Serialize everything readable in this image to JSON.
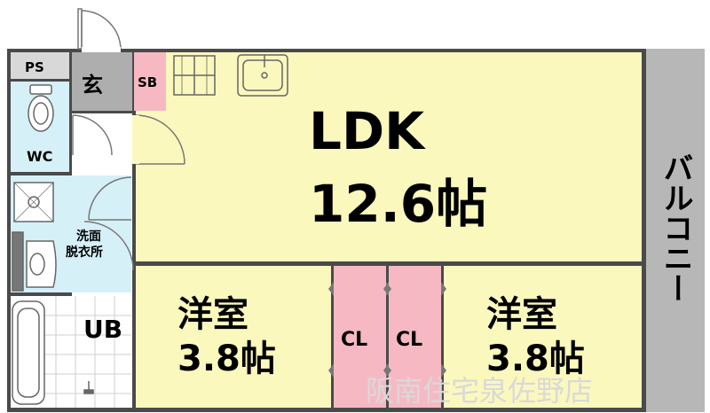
{
  "colors": {
    "ldk": "#fbf8bd",
    "western_room": "#fbf8bd",
    "closet": "#f6b9c4",
    "wet_area": "#d6f0f8",
    "genkan": "#aeaeae",
    "balcony": "#b7b7b7",
    "wall": "#4a4a4a"
  },
  "rooms": {
    "ldk_name": "LDK",
    "ldk_size": "12.6帖",
    "western1_name": "洋室",
    "western1_size": "3.8帖",
    "western2_name": "洋室",
    "western2_size": "3.8帖",
    "closet1": "CL",
    "closet2": "CL",
    "shoe_box": "SB",
    "genkan": "玄",
    "pipe_space": "PS",
    "toilet": "WC",
    "washroom_line1": "洗面",
    "washroom_line2": "脱衣所",
    "bath": "UB",
    "balcony": "バルコニー"
  },
  "watermark": "阪南住宅泉佐野店",
  "icons": [
    "toilet-icon",
    "washing-machine-icon",
    "wash-basin-icon",
    "bathtub-icon",
    "sink-icon",
    "stove-icon",
    "door-swing-icon"
  ]
}
